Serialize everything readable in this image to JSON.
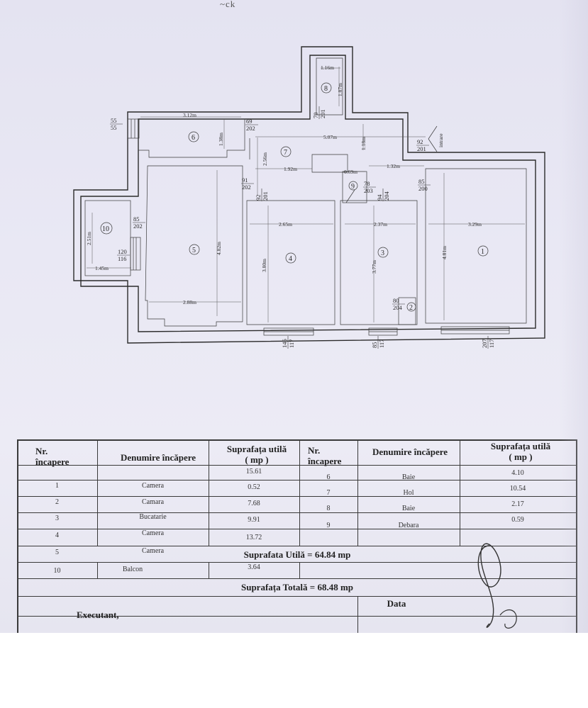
{
  "top_mark": "~ck",
  "plan": {
    "dims": [
      "1.16m",
      "1.87m",
      "3.12m",
      "1.38m",
      "2.56m",
      "5.07m",
      "1.18m",
      "1.92m",
      "0.69m",
      "1.32m",
      "2.51m",
      "1.45m",
      "4.82m",
      "2.88m",
      "2.65m",
      "3.80m",
      "2.37m",
      "3.77m",
      "3.29m",
      "4.81m"
    ],
    "entry": "intrare",
    "rooms": [
      "1",
      "2",
      "3",
      "4",
      "5",
      "6",
      "7",
      "8",
      "9",
      "10"
    ],
    "doors": [
      {
        "top": "55",
        "bottom": "55"
      },
      {
        "top": "69",
        "bottom": "202"
      },
      {
        "top": "70",
        "bottom": "201"
      },
      {
        "top": "92",
        "bottom": "201"
      },
      {
        "top": "91",
        "bottom": "202"
      },
      {
        "top": "78",
        "bottom": "203"
      },
      {
        "top": "85",
        "bottom": "200"
      },
      {
        "top": "85",
        "bottom": "202"
      },
      {
        "top": "120",
        "bottom": "116"
      },
      {
        "top": "92",
        "bottom": "201"
      },
      {
        "top": "94",
        "bottom": "204"
      },
      {
        "top": "80",
        "bottom": "204"
      },
      {
        "top": "146",
        "bottom": "117"
      },
      {
        "top": "85",
        "bottom": "117"
      },
      {
        "top": "207",
        "bottom": "117"
      },
      {
        "top": "80",
        "bottom": "204"
      }
    ]
  },
  "table": {
    "headers": {
      "nr_line1": "Nr.",
      "nr_line2": "încapere",
      "name": "Denumire încăpere",
      "area_line1": "Suprafața utilă",
      "area_line2": "( mp )"
    },
    "left_rows": [
      {
        "nr": "1",
        "name": "Camera",
        "area": "15.61"
      },
      {
        "nr": "2",
        "name": "Camara",
        "area": "0.52"
      },
      {
        "nr": "3",
        "name": "Bucatarie",
        "area": "7.68"
      },
      {
        "nr": "4",
        "name": "Camera",
        "area": "9.91"
      },
      {
        "nr": "5",
        "name": "Camera",
        "area": "13.72"
      }
    ],
    "right_rows": [
      {
        "nr": "6",
        "name": "Baie",
        "area": "4.10"
      },
      {
        "nr": "7",
        "name": "Hol",
        "area": "10.54"
      },
      {
        "nr": "8",
        "name": "Baie",
        "area": "2.17"
      },
      {
        "nr": "9",
        "name": "Debara",
        "area": "0.59"
      }
    ],
    "useful_total": "Suprafata Utilă = 64.84 mp",
    "balcony": {
      "nr": "10",
      "name": "Balcon",
      "area": "3.64"
    },
    "grand_total": "Suprafața Totală = 68.48 mp",
    "executant": "Executant,",
    "data": "Data"
  },
  "colors": {
    "paper": "#e8e7f3",
    "ink": "#2b2b2b"
  }
}
